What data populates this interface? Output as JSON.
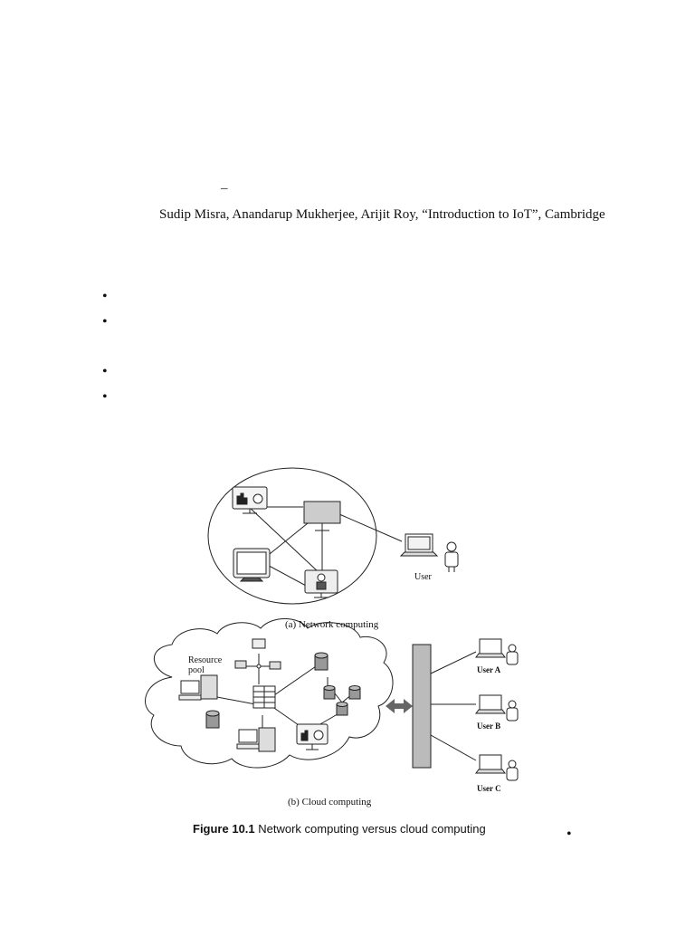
{
  "header": {
    "dash": "–",
    "reference": "Sudip Misra, Anandarup Mukherjee, Arijit Roy, “Introduction to IoT”, Cambridge"
  },
  "bullets": [
    "•",
    "•",
    "•",
    "•",
    "•"
  ],
  "figure": {
    "panel_a": {
      "user_label": "User",
      "caption": "(a)  Network computing"
    },
    "panel_b": {
      "resource_pool_line1": "Resource",
      "resource_pool_line2": "pool",
      "user_a": "User A",
      "user_b": "User B",
      "user_c": "User C",
      "caption": "(b)  Cloud computing"
    },
    "caption_prefix": "Figure 10.1",
    "caption_text": " Network computing versus cloud computing"
  }
}
